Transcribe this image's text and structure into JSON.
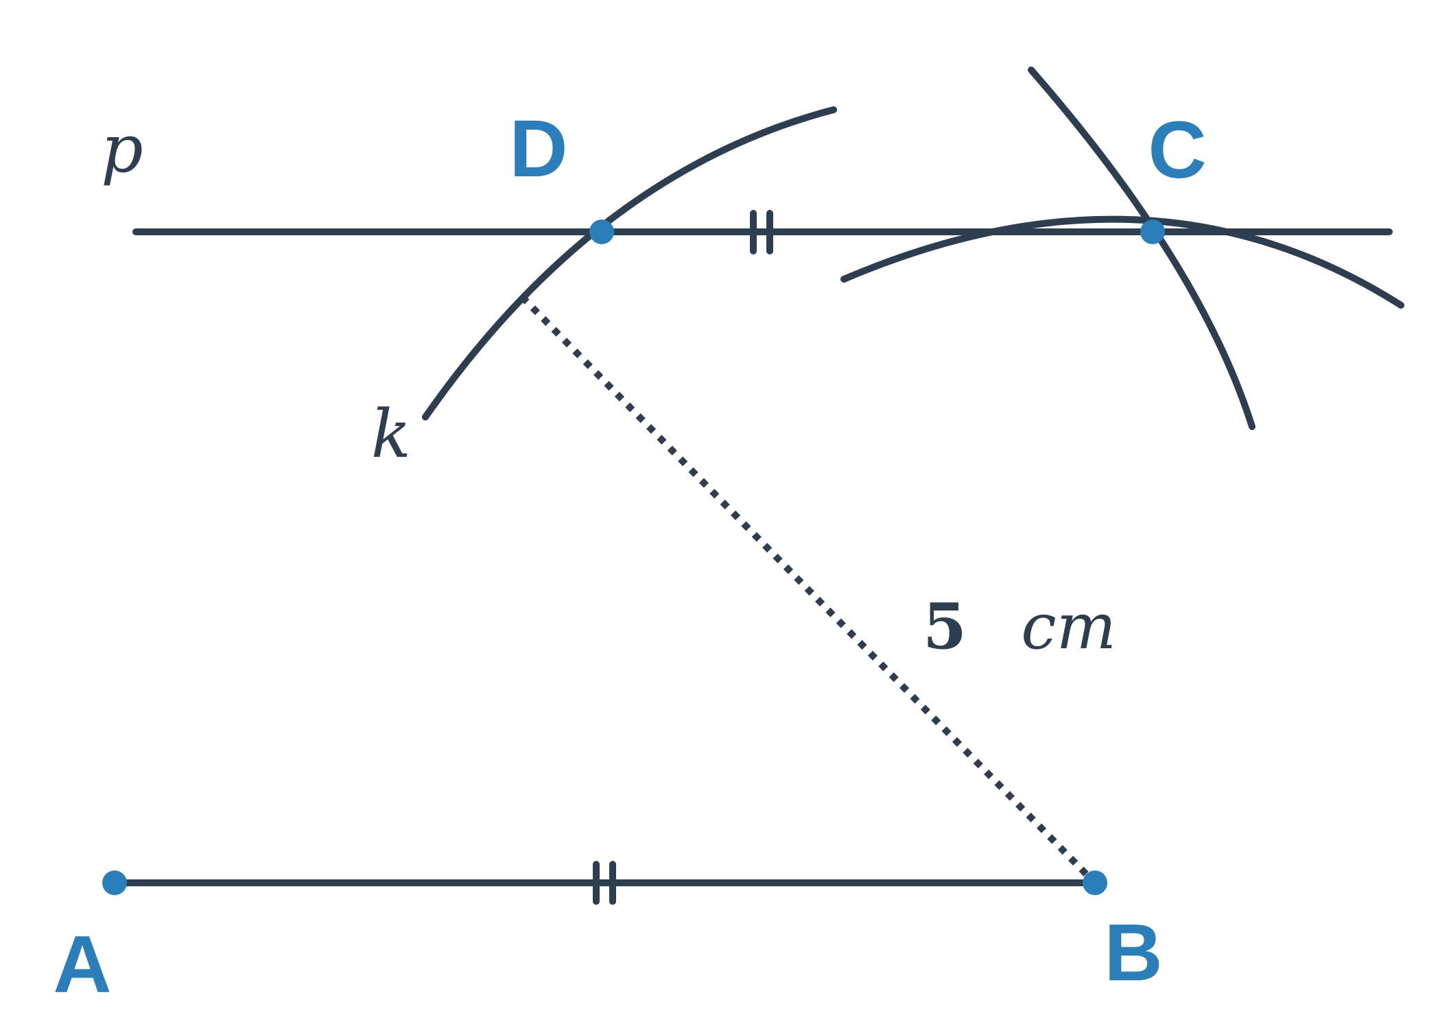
{
  "colors": {
    "line": "#2d3e50",
    "point": "#2a7fba"
  },
  "labels": {
    "point_a": "A",
    "point_b": "B",
    "point_c": "C",
    "point_d": "D",
    "line_p": "p",
    "arc_k": "k",
    "measure_value": "5",
    "measure_unit": "cm"
  }
}
